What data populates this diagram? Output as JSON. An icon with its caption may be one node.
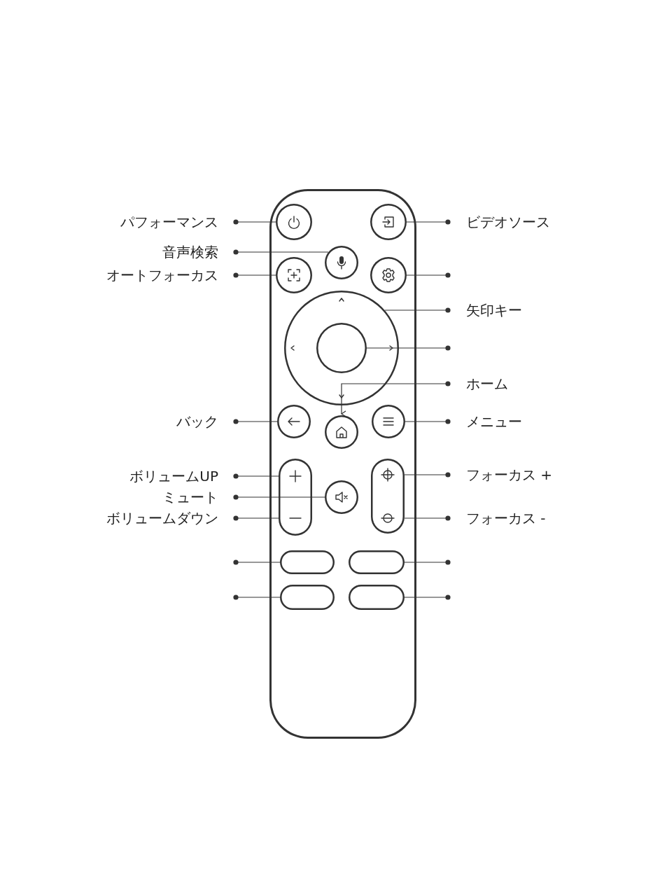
{
  "diagram": {
    "nodes": [
      {
        "text": [],
        "shape": "box"
      },
      {
        "text": [],
        "shape": "circle",
        "in": 0
      },
      {
        "text": [],
        "shape": "circle",
        "in": 0
      },
      {
        "text": [],
        "shape": "circle",
        "in": 0
      },
      {
        "text": [],
        "shape": "circle",
        "in": 0
      },
      {
        "text": [],
        "shape": "circle",
        "in": 0
      },
      {
        "text": [],
        "shape": "circle",
        "in": 0
      },
      {
        "text": [],
        "shape": "circle",
        "in": 6
      },
      {
        "text": [],
        "shape": "circle",
        "in": 0
      },
      {
        "text": [],
        "shape": "circle",
        "in": 0
      },
      {
        "text": [],
        "shape": "circle",
        "in": 0
      },
      {
        "text": [],
        "shape": "box",
        "in": 0
      },
      {
        "text": [],
        "shape": "circle",
        "in": 0
      },
      {
        "text": [],
        "shape": "box",
        "in": 0
      },
      {
        "text": [],
        "shape": "box",
        "in": 0
      },
      {
        "text": [],
        "shape": "box",
        "in": 0
      },
      {
        "text": [],
        "shape": "box",
        "in": 0
      },
      {
        "text": [],
        "shape": "box",
        "in": 0
      },
      {
        "text": [
          "パフォーマンス"
        ]
      },
      {
        "text": [
          "音声検索"
        ]
      },
      {
        "text": [
          "オートフォーカス"
        ]
      },
      {
        "text": [
          "バック"
        ]
      },
      {
        "text": [
          "ボリュームUP"
        ]
      },
      {
        "text": [
          "ミュート"
        ]
      },
      {
        "text": [
          "ボリュームダウン"
        ]
      },
      {
        "text": [
          "ビデオソース"
        ]
      },
      {
        "text": [
          "矢印キー"
        ]
      },
      {
        "text": [
          "ホーム"
        ]
      },
      {
        "text": [
          "メニュー"
        ]
      },
      {
        "text": [
          "フォーカス +"
        ]
      },
      {
        "text": [
          "フォーカス -"
        ]
      }
    ],
    "edges": [
      {
        "from": 18,
        "to": 1,
        "arrow": "other"
      },
      {
        "from": 19,
        "to": 3,
        "arrow": "other"
      },
      {
        "from": 20,
        "to": 4,
        "arrow": "other"
      },
      {
        "from": 21,
        "to": 8,
        "arrow": "other"
      },
      {
        "from": 22,
        "to": 11,
        "arrow": "other"
      },
      {
        "from": 23,
        "to": 12,
        "arrow": "other"
      },
      {
        "from": 24,
        "to": 11,
        "arrow": "other"
      },
      {
        "from": null,
        "to": 14,
        "arrow": "other"
      },
      {
        "from": null,
        "to": 16,
        "arrow": "other"
      },
      {
        "from": 25,
        "to": 2,
        "arrow": "other"
      },
      {
        "from": null,
        "to": 5,
        "arrow": "other"
      },
      {
        "from": 26,
        "to": 6,
        "arrow": "other"
      },
      {
        "from": null,
        "to": 7,
        "arrow": "other"
      },
      {
        "from": 27,
        "to": 9,
        "arrow": "to"
      },
      {
        "from": 28,
        "to": 10,
        "arrow": "other"
      },
      {
        "from": 29,
        "to": 13,
        "arrow": "other"
      },
      {
        "from": 30,
        "to": 13,
        "arrow": "other"
      },
      {
        "from": null,
        "to": 15,
        "arrow": "other"
      },
      {
        "from": null,
        "to": 17,
        "arrow": "other"
      }
    ]
  }
}
